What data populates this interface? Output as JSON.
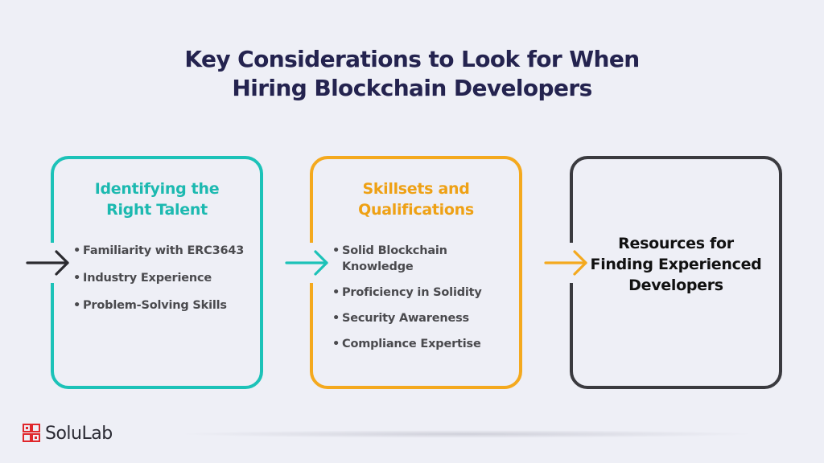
{
  "title": {
    "line1": "Key Considerations to Look for When",
    "line2": "Hiring Blockchain Developers"
  },
  "cards": [
    {
      "title_line1": "Identifying the",
      "title_line2": "Right Talent",
      "bullets": [
        "Familiarity with ERC3643",
        "Industry Experience",
        "Problem-Solving Skills"
      ],
      "color": "#1cc2b8"
    },
    {
      "title_line1": "Skillsets and",
      "title_line2": "Qualifications",
      "bullets": [
        "Solid Blockchain Knowledge",
        "Proficiency in Solidity",
        "Security Awareness",
        "Compliance Expertise"
      ],
      "color": "#f4a91e"
    },
    {
      "title_line1": "Resources for",
      "title_line2": "Finding Experienced",
      "title_line3": "Developers",
      "color": "#3a3a3f"
    }
  ],
  "arrows": [
    {
      "icon": "arrow-right-icon",
      "color": "#2b2b30"
    },
    {
      "icon": "arrow-right-icon",
      "color": "#1cc2b8"
    },
    {
      "icon": "arrow-right-icon",
      "color": "#f4a91e"
    }
  ],
  "logo": {
    "icon": "solulab-logo-icon",
    "text": "SoluLab",
    "mark_color": "#e0262b"
  },
  "colors": {
    "background": "#eeeff6",
    "title": "#24234f"
  }
}
